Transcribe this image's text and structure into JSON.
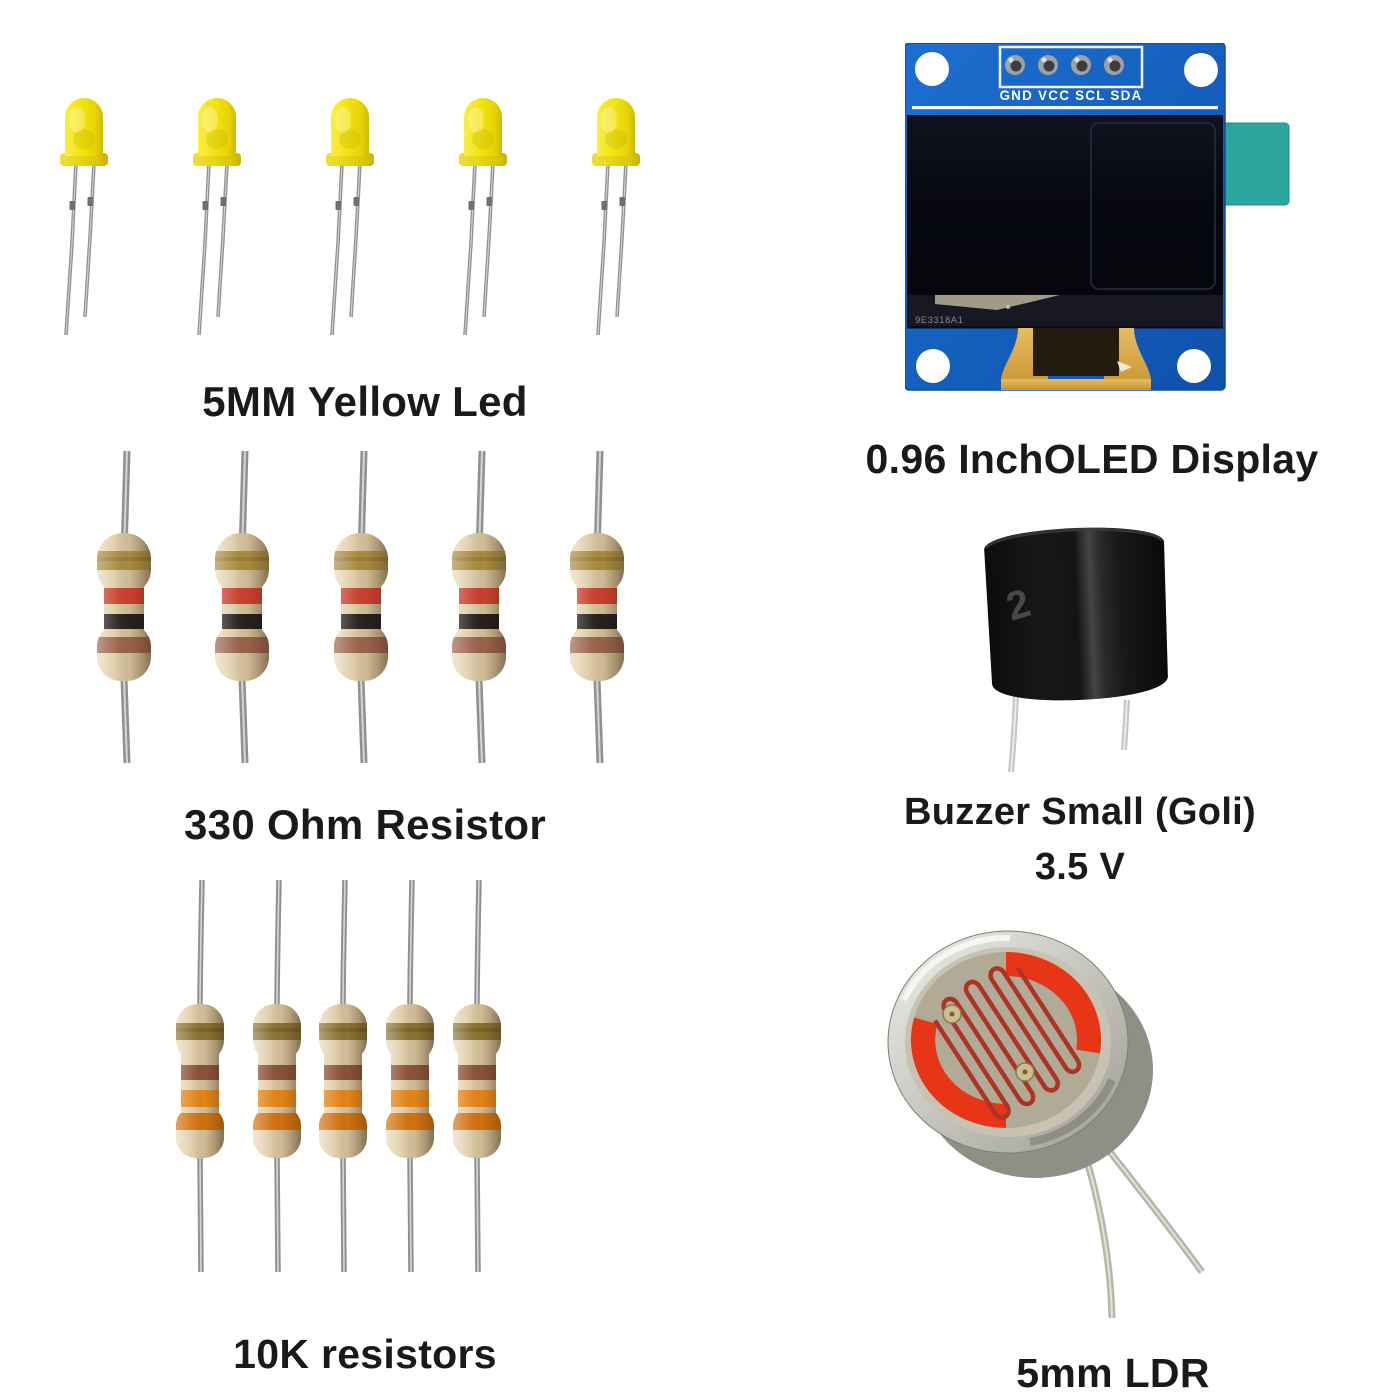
{
  "page": {
    "background_color": "#ffffff"
  },
  "sections": {
    "leds": {
      "label": "5MM Yellow Led",
      "count": 5,
      "color_hex": "#f2e312"
    },
    "oled": {
      "label": "0.96 InchOLED Display",
      "pin_labels": "GND VCC SCL SDA",
      "panel_code": "9E3318A1",
      "pcb_color_hex": "#1660c2",
      "film_tab_color_hex": "#2ba59d"
    },
    "resistors_330": {
      "label": "330 Ohm Resistor",
      "count": 5,
      "band_colors": [
        "gold",
        "red",
        "black",
        "brown"
      ]
    },
    "buzzer": {
      "label": "Buzzer Small (Goli)",
      "voltage": "3.5 V",
      "case_marking": "2"
    },
    "resistors_10k": {
      "label": "10K resistors",
      "count": 5,
      "band_colors": [
        "gold",
        "brown",
        "orange",
        "orange"
      ]
    },
    "ldr": {
      "label": "5mm LDR"
    }
  }
}
